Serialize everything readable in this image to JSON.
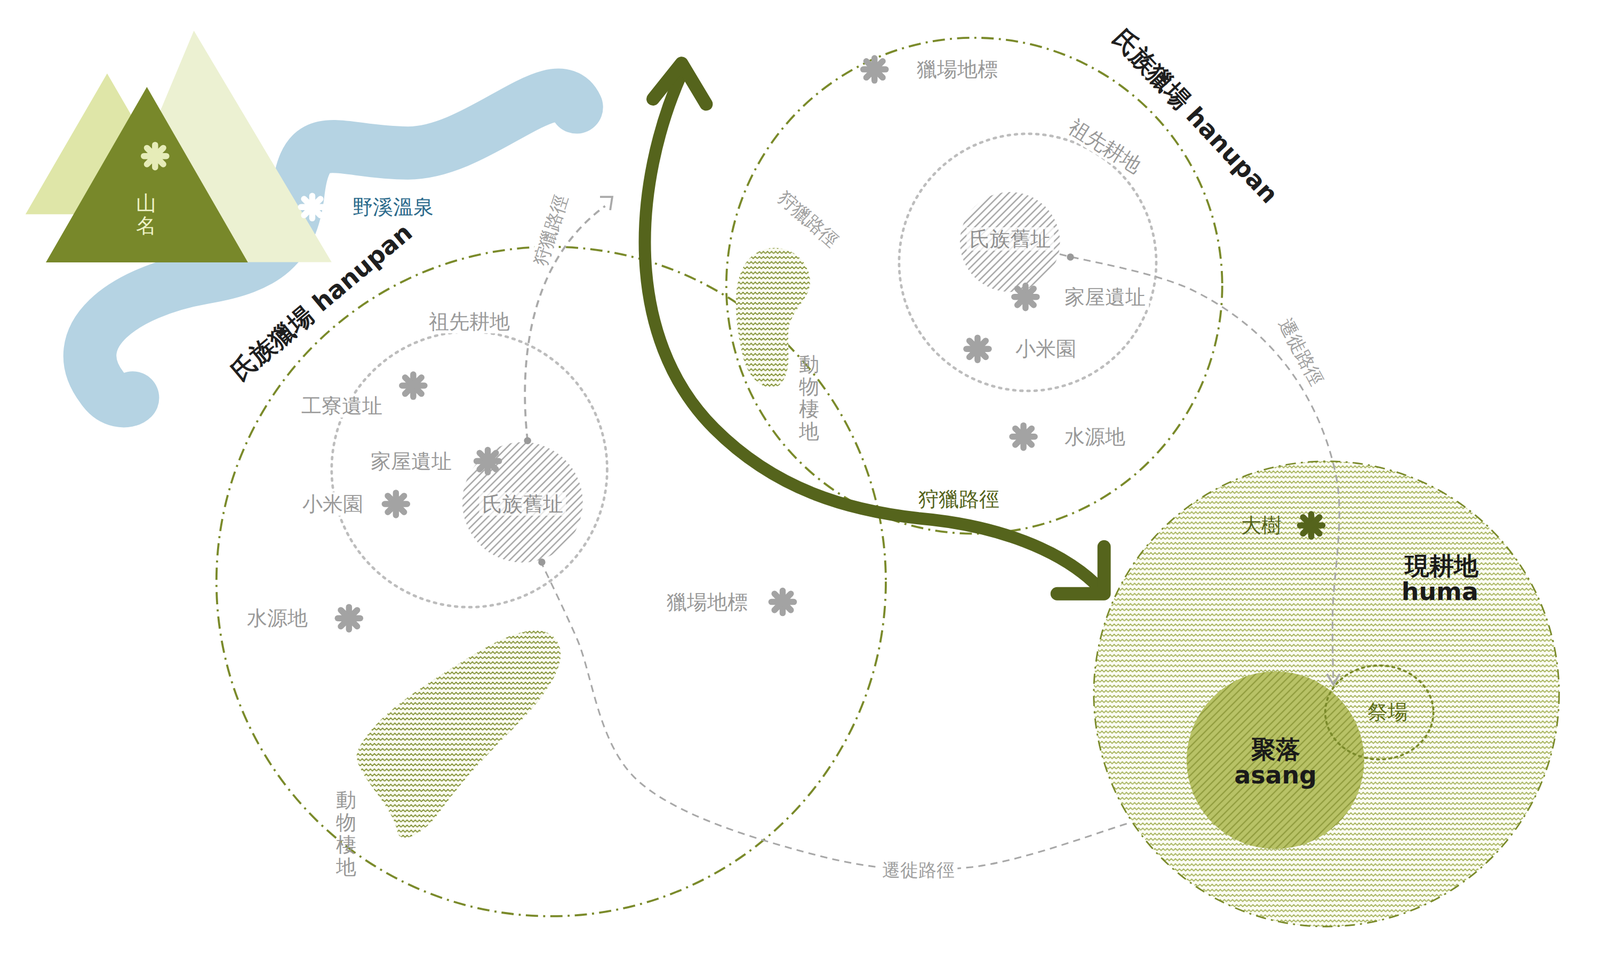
{
  "diagram": {
    "nodes": [
      {
        "text": [
          "山名"
        ]
      },
      {
        "text": [
          "氏族獵場 hanupan"
        ]
      },
      {
        "text": [
          "祖先耕地"
        ],
        "in": 1
      },
      {
        "text": [
          "氏族舊址"
        ],
        "in": 2
      },
      {
        "text": [
          "動物棲地"
        ],
        "in": 1
      },
      {
        "text": [
          "氏族獵場 hanupan"
        ]
      },
      {
        "text": [
          "祖先耕地"
        ],
        "in": 5
      },
      {
        "text": [
          "氏族舊址"
        ],
        "in": 6
      },
      {
        "text": [
          "動物棲地"
        ],
        "in": 5
      },
      {
        "text": [
          "現耕地 huma"
        ]
      },
      {
        "text": [
          "聚落 asang"
        ],
        "in": 9
      },
      {
        "text": [
          "祭場"
        ],
        "in": 9
      }
    ],
    "edges": [
      {
        "from": 3,
        "to": 9,
        "label": "遷徙路徑",
        "arrow": "none"
      },
      {
        "from": 7,
        "to": 11,
        "label": "遷徙路徑",
        "arrow": "to"
      }
    ],
    "labels": [
      "野溪溫泉",
      "狩獵路徑",
      "工寮遺址",
      "家屋遺址",
      "小米園",
      "水源地",
      "獵場地標",
      "獵場地標",
      "狩獵路徑",
      "家屋遺址",
      "小米園",
      "水源地",
      "狩獵路徑",
      "大樹"
    ]
  }
}
